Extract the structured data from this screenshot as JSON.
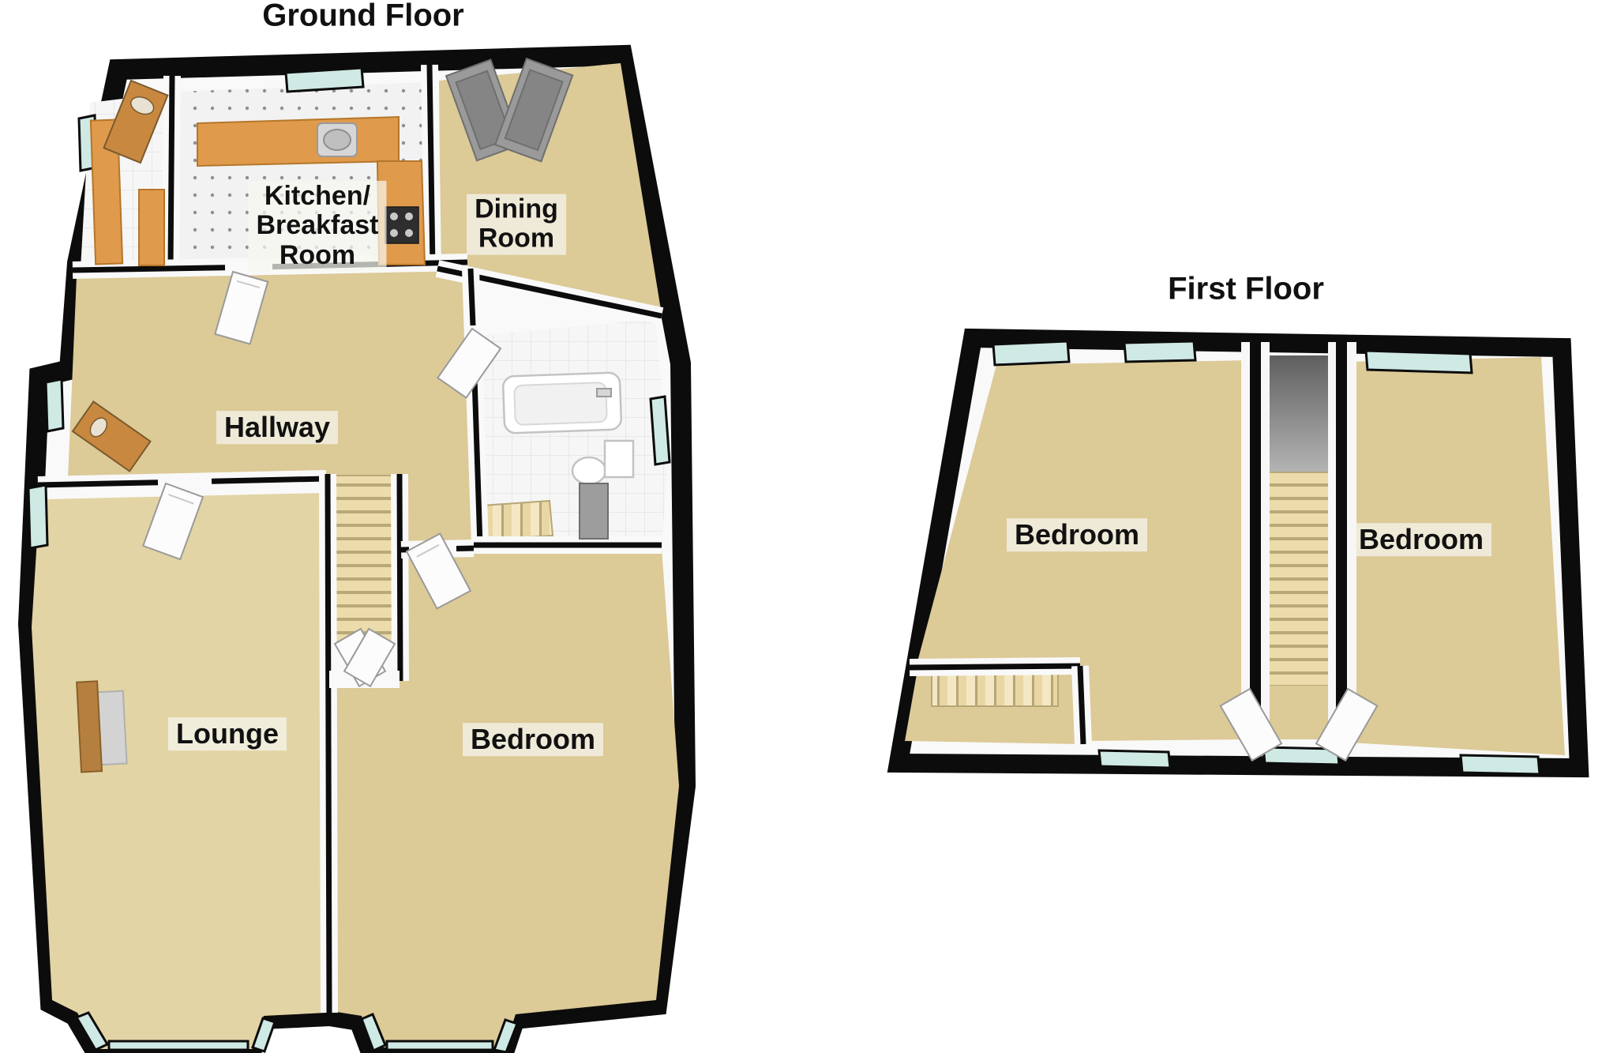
{
  "page": {
    "background": "#ffffff"
  },
  "ground_floor": {
    "title": "Ground Floor",
    "rooms": {
      "kitchen": {
        "label": "Kitchen/\nBreakfast\nRoom"
      },
      "dining": {
        "label": "Dining\nRoom"
      },
      "hallway": {
        "label": "Hallway"
      },
      "lounge": {
        "label": "Lounge"
      },
      "bedroom": {
        "label": "Bedroom"
      }
    }
  },
  "first_floor": {
    "title": "First Floor",
    "rooms": {
      "bedroom_left": {
        "label": "Bedroom"
      },
      "bedroom_right": {
        "label": "Bedroom"
      }
    }
  },
  "colors": {
    "wall": "#0c0c0c",
    "wall_inner": "#f9f9f9",
    "carpet": "#dcca97",
    "carpet_light": "#e3d4a5",
    "tile": "#f2f2f2",
    "bathtile": "#f6f6f6",
    "glass": "#cfe9e4",
    "wood": "#c8883f",
    "cabinet": "#e09a4c",
    "stair": "#ecdcab",
    "label_ink": "#111111"
  }
}
